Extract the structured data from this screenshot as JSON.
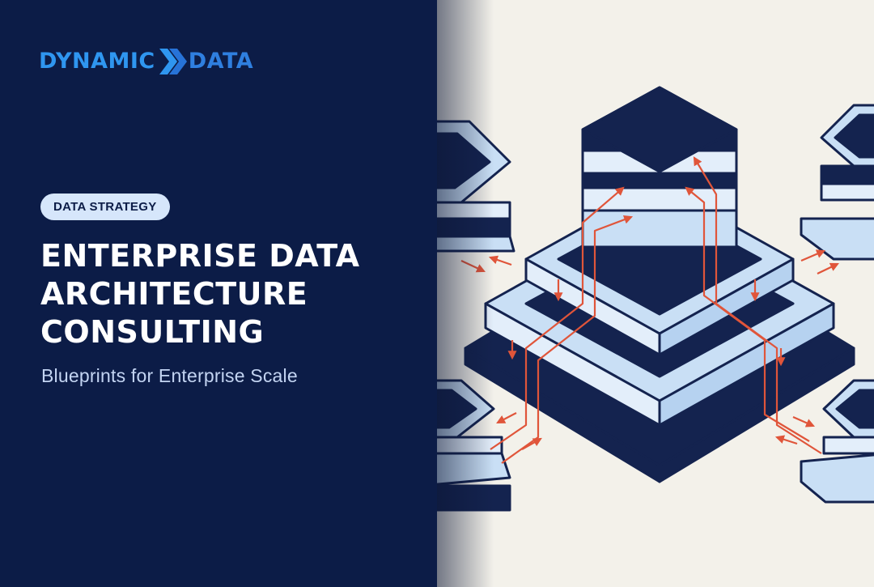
{
  "brand": {
    "word_1": "DYNAMIC",
    "word_2": "DATA",
    "mark_icon": "double-chevron-right-icon"
  },
  "category_pill": "DATA STRATEGY",
  "headline": [
    "ENTERPRISE DATA",
    "ARCHITECTURE",
    "CONSULTING"
  ],
  "subtitle": "Blueprints for Enterprise Scale",
  "illustration": {
    "icon": "isometric-server-stack-icon",
    "colors": {
      "dark_navy": "#14234f",
      "light_blue": "#c9dff5",
      "pale_blue": "#e3eefa",
      "flow_red": "#e0553a",
      "background": "#f3f1ea"
    }
  },
  "colors": {
    "panel": "#0c1c47",
    "pill_bg": "#d6e6fb",
    "accent": "#2f96f0"
  }
}
